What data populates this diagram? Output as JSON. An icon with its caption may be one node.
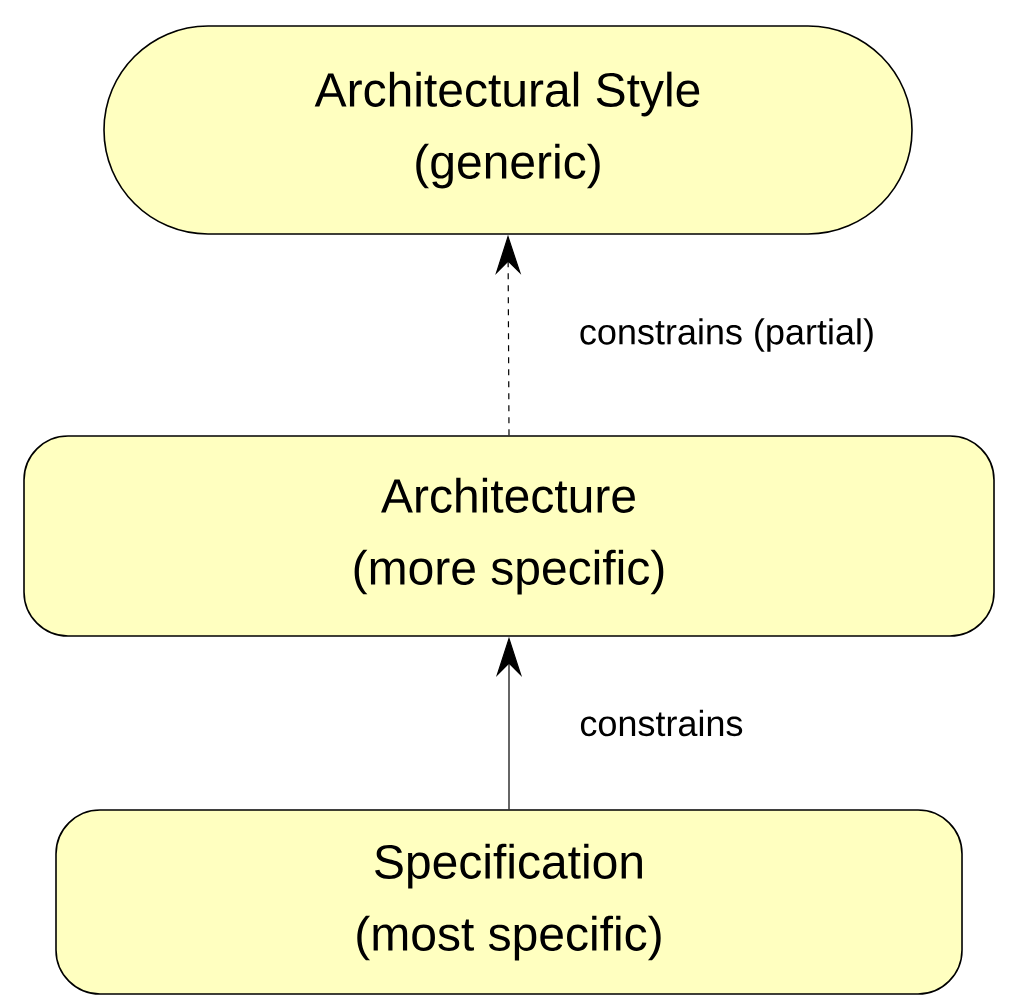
{
  "diagram": {
    "nodes": [
      {
        "text": [
          "Architectural Style",
          "(generic)"
        ]
      },
      {
        "text": [
          "Architecture",
          "(more specific)"
        ]
      },
      {
        "text": [
          "Specification",
          "(most specific)"
        ]
      }
    ],
    "edges": [
      {
        "from": 1,
        "to": 0,
        "arrow": "to",
        "label": "constrains (partial)",
        "style": "dashed"
      },
      {
        "from": 2,
        "to": 1,
        "arrow": "to",
        "label": "constrains"
      }
    ]
  }
}
